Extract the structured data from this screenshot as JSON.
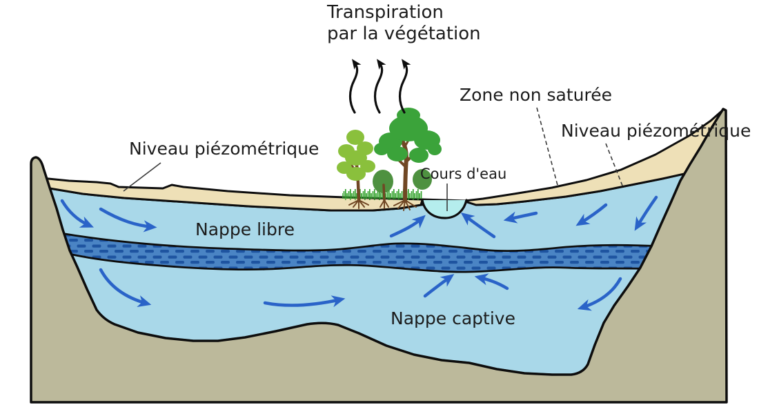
{
  "labels": {
    "transpiration_1": "Transpiration",
    "transpiration_2": "par la végétation",
    "zone_non_saturee": "Zone non saturée",
    "niveau_piezometrique_gauche": "Niveau piézométrique",
    "niveau_piezometrique_droite": "Niveau piézométrique",
    "cours_d_eau": "Cours d'eau",
    "nappe_libre": "Nappe libre",
    "nappe_captive": "Nappe captive"
  },
  "colors": {
    "aquifer": "#a9d8e9",
    "soil": "#eee0b7",
    "bedrock": "#bcb99b",
    "stream": "#b5eded",
    "band_base": "#4a84c4",
    "band_dash": "#1e54a0",
    "arrow": "#2a63c8",
    "tree_light": "#8ac03c",
    "tree_dark": "#3ba33a",
    "bush": "#4e9140",
    "trunk": "#704724",
    "grass": "#33a22c",
    "text": "#1c1c1c",
    "outline": "#0d0d0d"
  }
}
